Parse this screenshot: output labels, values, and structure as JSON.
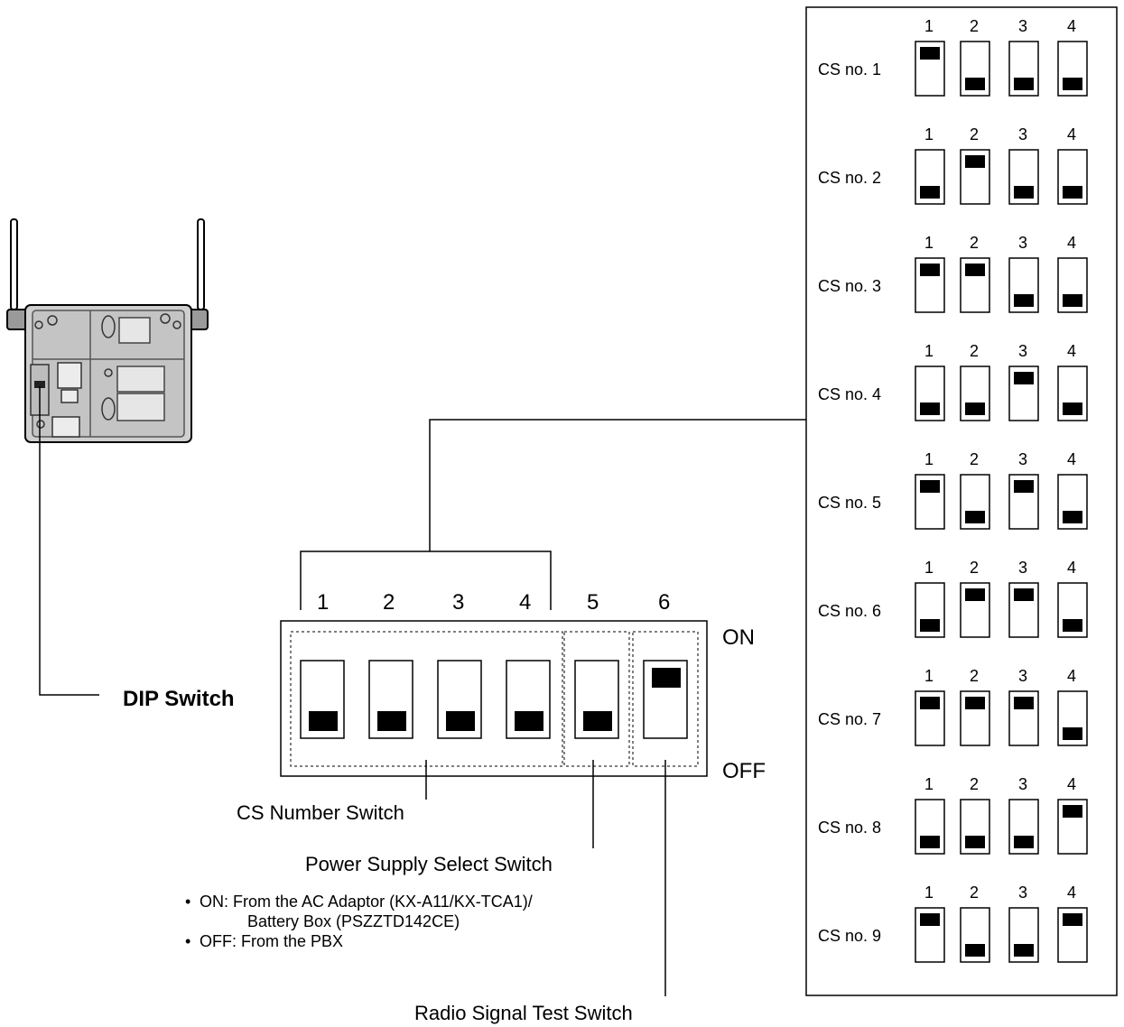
{
  "main_switch": {
    "numbers": [
      "1",
      "2",
      "3",
      "4",
      "5",
      "6"
    ],
    "on_label": "ON",
    "off_label": "OFF",
    "positions": [
      "off",
      "off",
      "off",
      "off",
      "off",
      "on"
    ]
  },
  "labels": {
    "dip_switch": "DIP Switch",
    "cs_number_switch": "CS Number Switch",
    "power_supply_switch": "Power Supply Select Switch",
    "radio_test_switch": "Radio Signal Test Switch"
  },
  "power_notes": {
    "on_line1": "ON: From the AC Adaptor (KX-A11/KX-TCA1)/",
    "on_line2": "Battery Box (PSZZTD142CE)",
    "off_line": "OFF: From the PBX"
  },
  "cs_table": {
    "column_numbers": [
      "1",
      "2",
      "3",
      "4"
    ],
    "rows": [
      {
        "label": "CS no. 1",
        "switches": [
          "on",
          "off",
          "off",
          "off"
        ]
      },
      {
        "label": "CS no. 2",
        "switches": [
          "off",
          "on",
          "off",
          "off"
        ]
      },
      {
        "label": "CS no. 3",
        "switches": [
          "on",
          "on",
          "off",
          "off"
        ]
      },
      {
        "label": "CS no. 4",
        "switches": [
          "off",
          "off",
          "on",
          "off"
        ]
      },
      {
        "label": "CS no. 5",
        "switches": [
          "on",
          "off",
          "on",
          "off"
        ]
      },
      {
        "label": "CS no. 6",
        "switches": [
          "off",
          "on",
          "on",
          "off"
        ]
      },
      {
        "label": "CS no. 7",
        "switches": [
          "on",
          "on",
          "on",
          "off"
        ]
      },
      {
        "label": "CS no. 8",
        "switches": [
          "off",
          "off",
          "off",
          "on"
        ]
      },
      {
        "label": "CS no. 9",
        "switches": [
          "on",
          "off",
          "off",
          "on"
        ]
      }
    ]
  },
  "colors": {
    "line": "#000000",
    "device_body": "#cfcfcf",
    "device_dark": "#555555"
  }
}
